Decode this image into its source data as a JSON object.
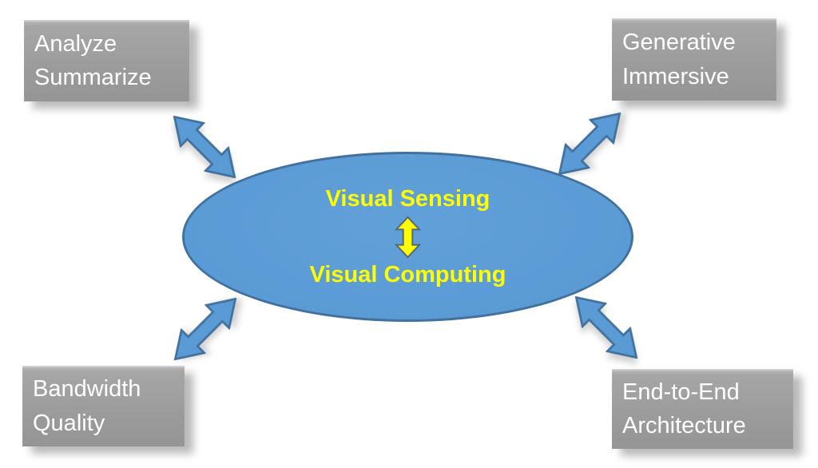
{
  "diagram": {
    "center_node": {
      "title_top": "Visual Sensing",
      "title_bottom": "Visual Computing",
      "connector_icon": "up-down-arrow"
    },
    "boxes": {
      "top_left": {
        "line1": "Analyze",
        "line2": "Summarize"
      },
      "top_right": {
        "line1": "Generative",
        "line2": "Immersive"
      },
      "bottom_left": {
        "line1": "Bandwidth",
        "line2": "Quality"
      },
      "bottom_right": {
        "line1": "End-to-End",
        "line2": "Architecture"
      }
    },
    "arrows": {
      "style": "double-headed",
      "directions": [
        "to-top-left",
        "to-top-right",
        "to-bottom-left",
        "to-bottom-right"
      ]
    },
    "colors": {
      "node_fill": "#5B9BD5",
      "node_border": "#41719C",
      "node_text": "#FFFF00",
      "box_fill": "#9C9C9C",
      "box_text": "#FFFFFF",
      "blue_arrow_fill": "#5B9BD5",
      "blue_arrow_border": "#41719C",
      "yellow_arrow_fill": "#FFFF00",
      "yellow_arrow_border": "#566573",
      "background": "#FFFFFF"
    }
  }
}
